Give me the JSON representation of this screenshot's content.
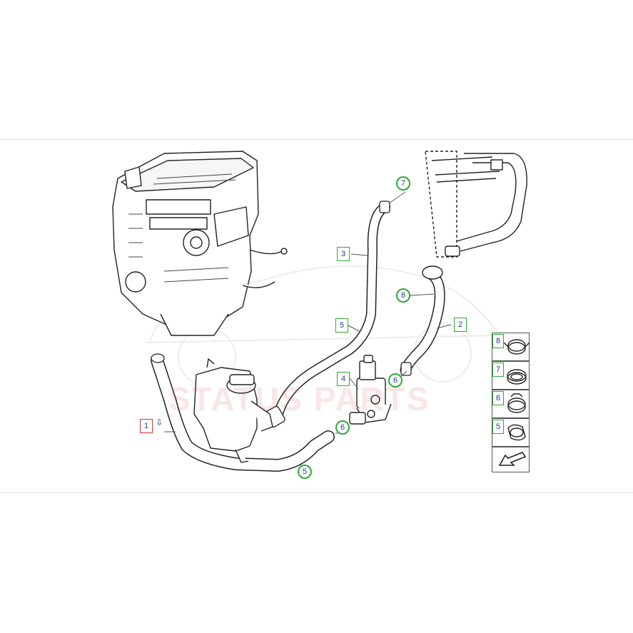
{
  "diagram": {
    "main_callouts": [
      {
        "key": "c1",
        "label": "1",
        "style": "red-square"
      },
      {
        "key": "c2",
        "label": "2",
        "style": "square"
      },
      {
        "key": "c3",
        "label": "3",
        "style": "square"
      },
      {
        "key": "c4",
        "label": "4",
        "style": "square"
      },
      {
        "key": "c5a",
        "label": "5",
        "style": "square"
      },
      {
        "key": "c5b",
        "label": "5",
        "style": "ring"
      },
      {
        "key": "c6a",
        "label": "6",
        "style": "ring"
      },
      {
        "key": "c6b",
        "label": "6",
        "style": "ring"
      },
      {
        "key": "c7",
        "label": "7",
        "style": "ring"
      },
      {
        "key": "c8",
        "label": "8",
        "style": "ring"
      }
    ],
    "legend": [
      {
        "label": "8",
        "icon": "hose-clamp-icon"
      },
      {
        "label": "7",
        "icon": "hose-clamp-icon"
      },
      {
        "label": "6",
        "icon": "hose-clamp-icon"
      },
      {
        "label": "5",
        "icon": "hose-clamp-icon"
      }
    ],
    "colors": {
      "callout_border": "#2faa33",
      "callout_text": "#1c3d8f",
      "highlight_border": "#d0332f",
      "line_art": "#222222"
    }
  }
}
